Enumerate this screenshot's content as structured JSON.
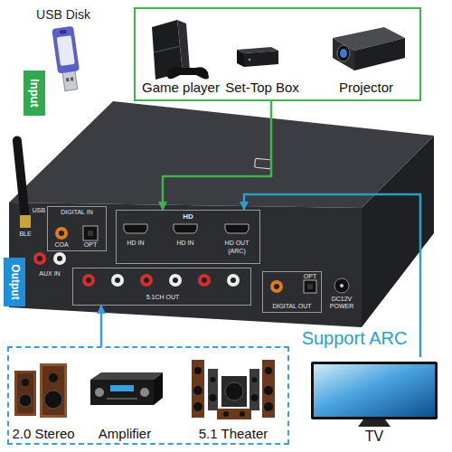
{
  "diagram": {
    "nodes": [
      {
        "text": [
          "Input"
        ]
      },
      {
        "text": [
          "Game player",
          "Set-Top Box",
          "Projector"
        ]
      },
      {
        "text": [
          "DIGITAL IN",
          "COA",
          "OPT"
        ]
      },
      {
        "text": [
          "HD",
          "HD IN",
          "HD IN",
          "HD OUT",
          "(ARC)"
        ]
      },
      {
        "text": [
          "5.1CH OUT"
        ]
      },
      {
        "text": [
          "DIGITAL OUT",
          "OPT"
        ]
      },
      {
        "text": [
          "Output"
        ]
      },
      {
        "text": [
          "2.0 Stereo",
          "Amplifier",
          "5.1 Theater"
        ]
      },
      {
        "text": [
          "TV"
        ]
      }
    ],
    "edges": [
      {
        "from": 1,
        "to": 3,
        "arrow": "to"
      },
      {
        "from": 7,
        "to": 4,
        "arrow": "to"
      },
      {
        "from": 8,
        "to": 3,
        "label": "Support ARC",
        "arrow": "to"
      }
    ],
    "labels": [
      "USB Disk",
      "USB",
      "BLE",
      "AUX IN",
      "DC12V",
      "POWER"
    ]
  }
}
